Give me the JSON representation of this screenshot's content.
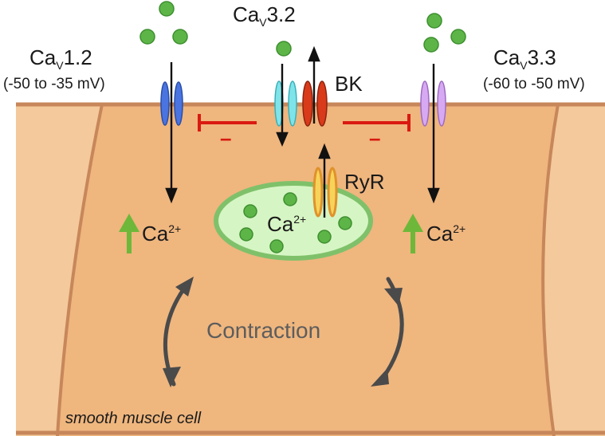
{
  "channels": {
    "cav12": {
      "base": "Ca",
      "sub": "V",
      "rest": "1.2",
      "range": "(-50 to -35 mV)"
    },
    "cav32": {
      "base": "Ca",
      "sub": "V",
      "rest": "3.2"
    },
    "cav33": {
      "base": "Ca",
      "sub": "V",
      "rest": "3.3",
      "range": "(-60 to -50 mV)"
    },
    "bk": "BK",
    "ryr": "RyR"
  },
  "calcium": {
    "base": "Ca",
    "charge": "2+"
  },
  "inhibition_sign": "–",
  "process": "Contraction",
  "cell_label": "smooth muscle cell",
  "colors": {
    "cytoplasm": "#EFB67E",
    "membrane": "#C7875A",
    "sr_fill": "#D6F5C4",
    "sr_border": "#7FC16A",
    "calcium_ion": "#5DB548",
    "cav12": "#4A74E0",
    "cav32": "#7FE4EA",
    "bk": "#D93A1A",
    "cav33": "#D7A9F2",
    "ryr": "#F7D35A",
    "inhibit": "#D91A12",
    "up_arrow": "#6DB83A",
    "cycle_arrow": "#4A4A4A"
  }
}
